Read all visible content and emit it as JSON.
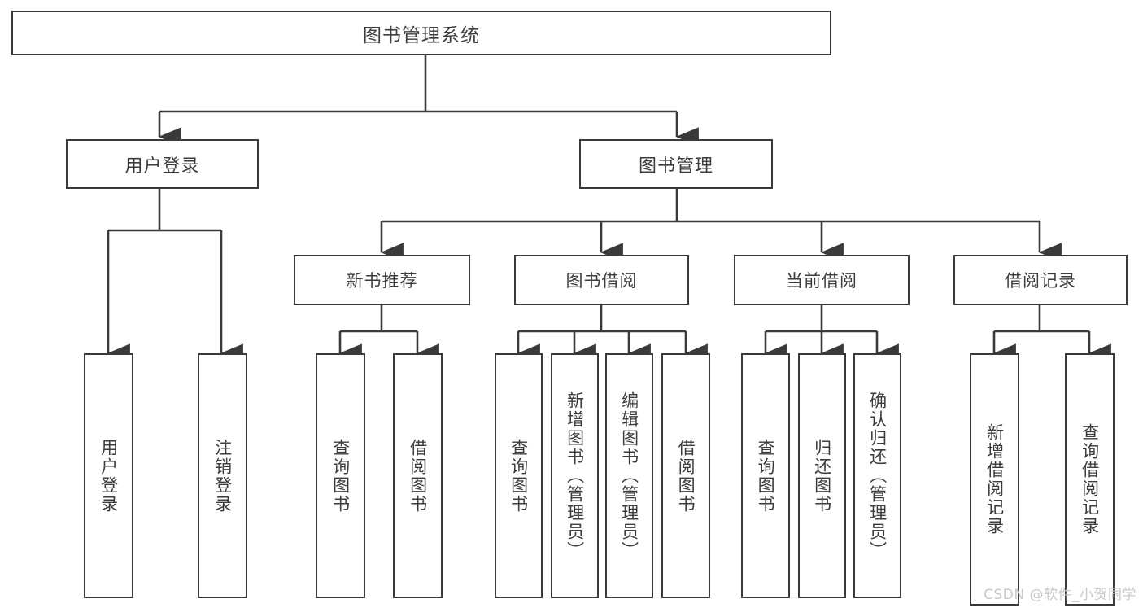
{
  "diagram": {
    "title": "图书管理系统",
    "type": "tree-hierarchy-diagram",
    "colors": {
      "stroke": "#3a3a3a",
      "text": "#3c3c3c",
      "background": "#ffffff",
      "watermark": "#c9c9c9"
    },
    "root": {
      "label": "图书管理系统"
    },
    "level1": [
      {
        "label": "用户登录"
      },
      {
        "label": "图书管理"
      }
    ],
    "level2": [
      {
        "label": "新书推荐"
      },
      {
        "label": "图书借阅"
      },
      {
        "label": "当前借阅"
      },
      {
        "label": "借阅记录"
      }
    ],
    "leaves": {
      "user_login": [
        {
          "label": "用户登录"
        },
        {
          "label": "注销登录"
        }
      ],
      "new_book_recommend": [
        {
          "label": "查询图书"
        },
        {
          "label": "借阅图书"
        }
      ],
      "book_borrow": [
        {
          "label": "查询图书"
        },
        {
          "label": "新增图书（管理员）"
        },
        {
          "label": "编辑图书（管理员）"
        },
        {
          "label": "借阅图书"
        }
      ],
      "current_borrow": [
        {
          "label": "查询图书"
        },
        {
          "label": "归还图书"
        },
        {
          "label": "确认归还（管理员）"
        }
      ],
      "borrow_record": [
        {
          "label": "新增借阅记录"
        },
        {
          "label": "查询借阅记录"
        }
      ]
    }
  },
  "watermark": {
    "text": "CSDN @软件_小贺同学"
  }
}
